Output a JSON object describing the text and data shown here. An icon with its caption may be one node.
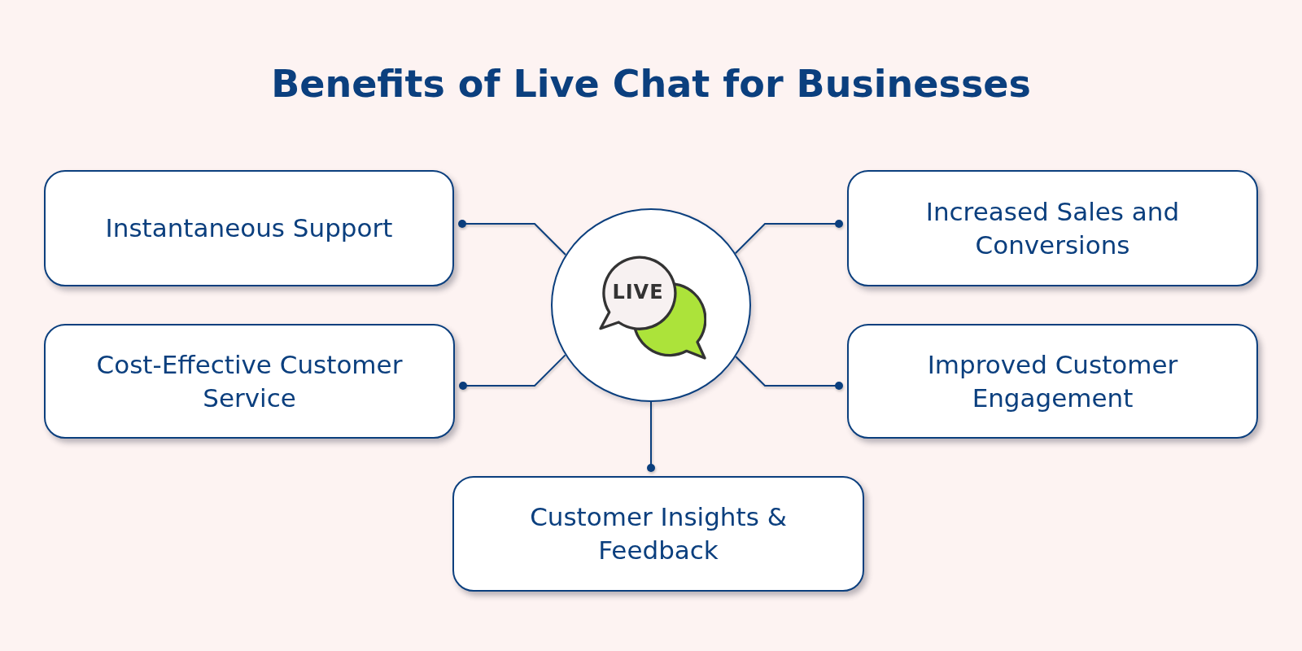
{
  "diagram": {
    "title": "Benefits of Live Chat for Businesses",
    "nodes": [
      {
        "text": [
          "Instantaneous Support"
        ]
      },
      {
        "text": [
          "LIVE"
        ]
      },
      {
        "text": [
          "Increased Sales and Conversions"
        ]
      },
      {
        "text": [
          "Cost-Effective Customer Service"
        ]
      },
      {
        "text": [
          "Improved Customer Engagement"
        ]
      },
      {
        "text": [
          "Customer Insights & Feedback"
        ]
      }
    ],
    "edges": [
      {
        "from": 1,
        "to": 0,
        "arrow": "other"
      },
      {
        "from": 1,
        "to": 2,
        "arrow": "other"
      },
      {
        "from": 1,
        "to": 3,
        "arrow": "other"
      },
      {
        "from": 1,
        "to": 4,
        "arrow": "other"
      },
      {
        "from": 1,
        "to": 5,
        "arrow": "other"
      }
    ]
  }
}
